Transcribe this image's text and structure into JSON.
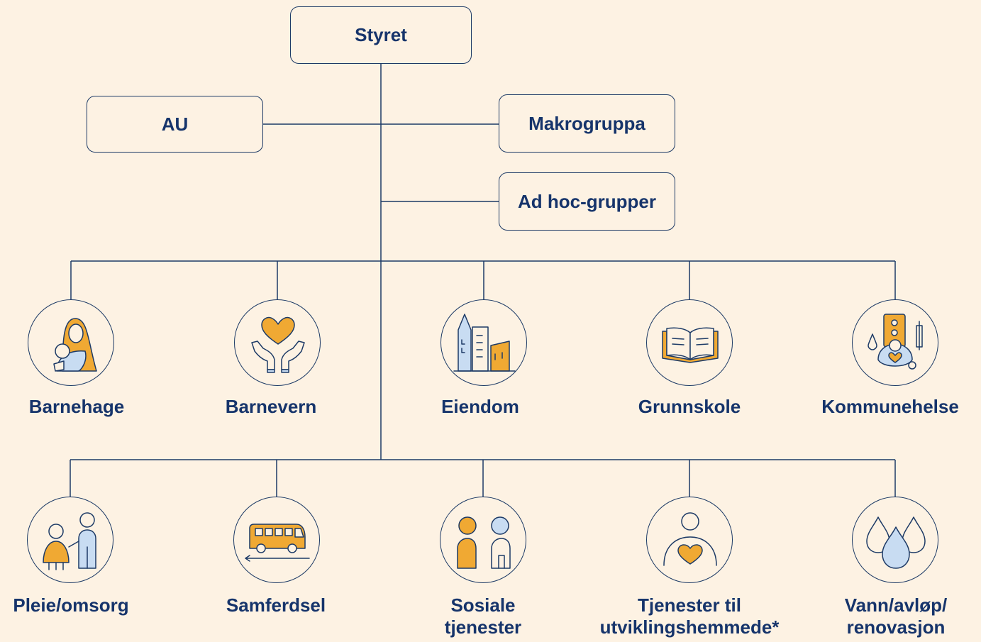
{
  "colors": {
    "background": "#fdf2e3",
    "line": "#1d3a66",
    "text": "#16346b",
    "accent": "#f0a933",
    "light_blue": "#c8dcf2"
  },
  "boxes": {
    "board": "Styret",
    "au": "AU",
    "macro_group": "Makrogruppa",
    "ad_hoc": "Ad hoc-grupper"
  },
  "units": [
    {
      "label": "Barnehage",
      "icon": "childcare-icon"
    },
    {
      "label": "Barnevern",
      "icon": "hands-heart-icon"
    },
    {
      "label": "Eiendom",
      "icon": "buildings-icon"
    },
    {
      "label": "Grunnskole",
      "icon": "open-book-icon"
    },
    {
      "label": "Kommunehelse",
      "icon": "health-icon"
    },
    {
      "label": "Pleie/omsorg",
      "icon": "elderly-care-icon"
    },
    {
      "label": "Samferdsel",
      "icon": "bus-icon"
    },
    {
      "label": "Sosiale\ntjenester",
      "icon": "people-talking-icon"
    },
    {
      "label": "Tjenester til\nutviklingshemmede*",
      "icon": "person-heart-icon"
    },
    {
      "label": "Vann/avløp/\nrenovasjon",
      "icon": "water-drops-icon"
    }
  ]
}
